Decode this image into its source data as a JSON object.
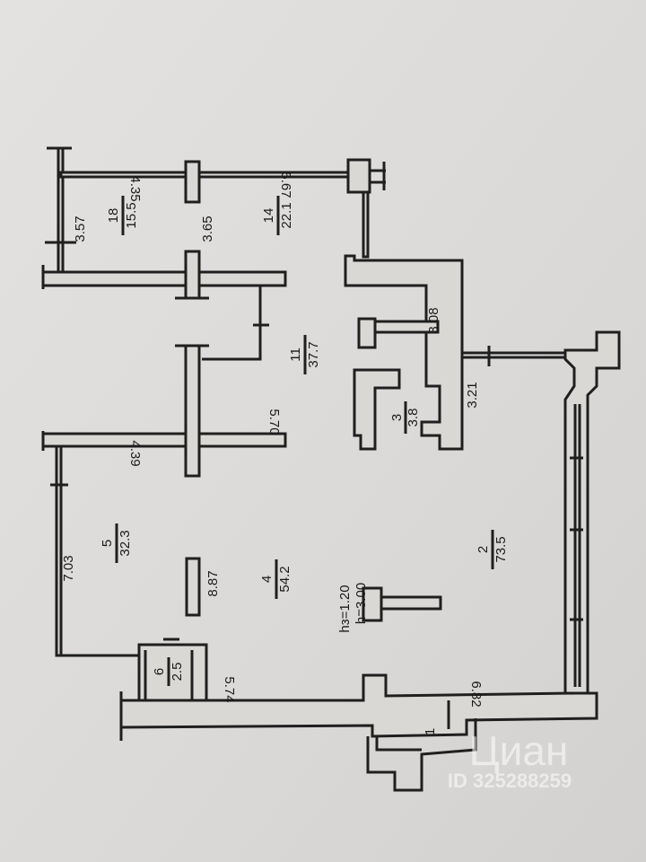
{
  "plan": {
    "rooms": [
      {
        "number": "18",
        "area": "15.5"
      },
      {
        "number": "14",
        "area": "22.1"
      },
      {
        "number": "11",
        "area": "37.7"
      },
      {
        "number": "3",
        "area": "3.8"
      },
      {
        "number": "5",
        "area": "32.3"
      },
      {
        "number": "4",
        "area": "54.2"
      },
      {
        "number": "2",
        "area": "73.5"
      },
      {
        "number": "6",
        "area": "2.5"
      },
      {
        "number": "1"
      }
    ],
    "dimensions": {
      "d357": "3.57",
      "d435": "4.35",
      "d365": "3.65",
      "d567": "5.67",
      "d570": "5.70",
      "d439": "4.39",
      "d308": "3.08",
      "d321": "3.21",
      "d703": "7.03",
      "d887": "8.87",
      "d574": "5.74",
      "d682": "6.82"
    },
    "heights": {
      "hz": "hз=1.20",
      "h": "h=3.00"
    },
    "watermark": {
      "brand": "Циан",
      "id": "ID 325288259"
    }
  }
}
